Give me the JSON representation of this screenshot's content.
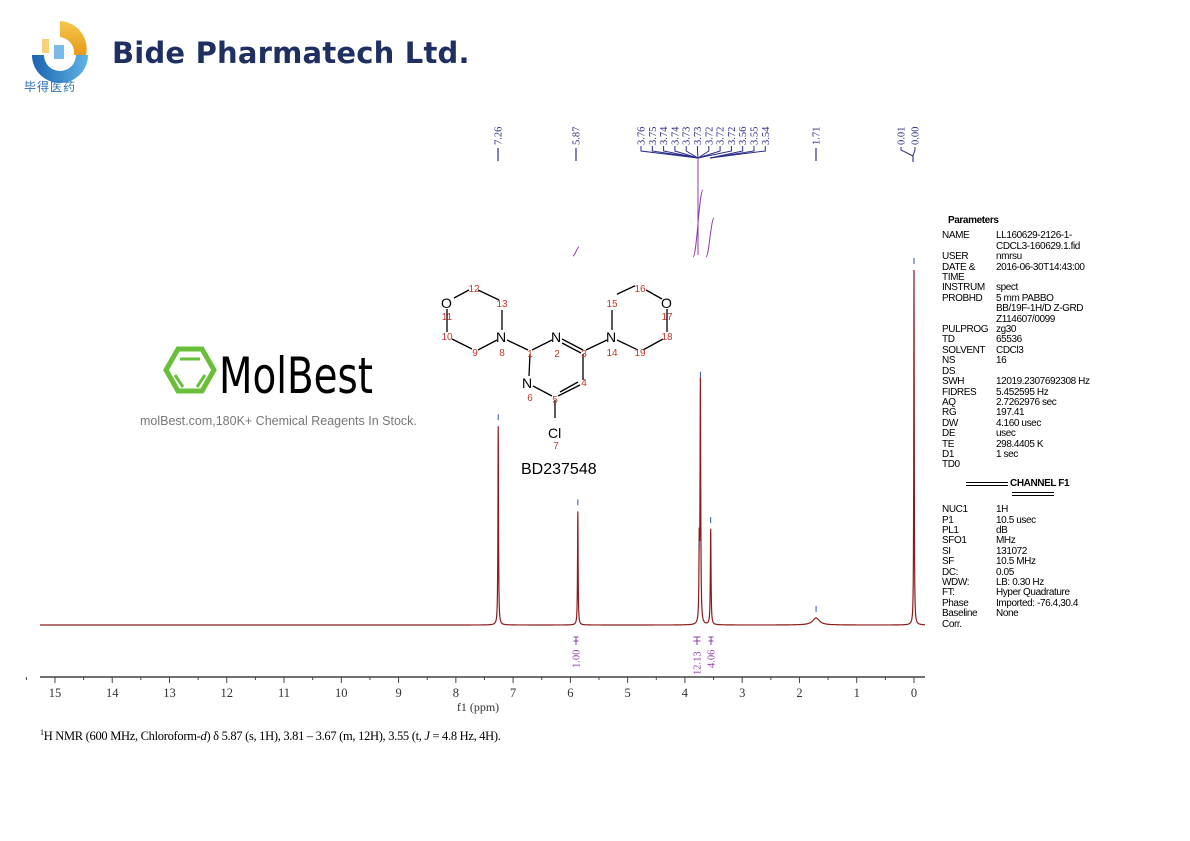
{
  "header": {
    "company": "Bide Pharmatech Ltd.",
    "logo_chinese": "毕得医药"
  },
  "structure": {
    "compound_id": "BD237548",
    "atoms": {
      "O_left": "O",
      "O_right": "O",
      "N8": "N",
      "N2": "N",
      "N14": "N",
      "N6": "N",
      "Cl": "Cl"
    },
    "numbers": [
      "1",
      "2",
      "3",
      "4",
      "5",
      "6",
      "7",
      "8",
      "9",
      "10",
      "11",
      "12",
      "13",
      "14",
      "15",
      "16",
      "17",
      "18",
      "19"
    ]
  },
  "watermark": {
    "brand": "MolBest",
    "tagline": "molBest.com,180K+ Chemical Reagents In Stock.",
    "color": "#6abf3a"
  },
  "parameters": {
    "title": "Parameters",
    "rows": [
      [
        "NAME",
        "LL160629-2126-1-\nCDCL3-160629.1.fid"
      ],
      [
        "USER",
        "nmrsu"
      ],
      [
        "DATE &\nTIME",
        "2016-06-30T14:43:00"
      ],
      [
        "INSTRUM",
        "spect"
      ],
      [
        "PROBHD",
        "5 mm PABBO\nBB/19F-1H/D Z-GRD\nZ114607/0099"
      ],
      [
        "PULPROG",
        "zg30"
      ],
      [
        "TD",
        "65536"
      ],
      [
        "SOLVENT",
        "CDCl3"
      ],
      [
        "NS",
        "16"
      ],
      [
        "DS",
        ""
      ],
      [
        "SWH",
        "12019.2307692308 Hz"
      ],
      [
        "FIDRES",
        "5.452595 Hz"
      ],
      [
        "AQ",
        "2.7262976 sec"
      ],
      [
        "RG",
        "197.41"
      ],
      [
        "DW",
        "4.160 usec"
      ],
      [
        "DE",
        "usec"
      ],
      [
        "TE",
        "298.4405 K"
      ],
      [
        "D1",
        "1 sec"
      ],
      [
        "TD0",
        ""
      ]
    ],
    "channel_title": "CHANNEL F1",
    "channel_rows": [
      [
        "NUC1",
        "1H"
      ],
      [
        "P1",
        "10.5 usec"
      ],
      [
        "PL1",
        "dB"
      ],
      [
        "SFO1",
        "MHz"
      ],
      [
        "SI",
        "131072"
      ],
      [
        "SF",
        "10.5 MHz"
      ],
      [
        "DC:",
        "0.05"
      ],
      [
        "WDW:",
        "LB: 0.30 Hz"
      ],
      [
        "FT:",
        "Hyper Quadrature"
      ],
      [
        "Phase",
        "Imported: -76.4,30.4"
      ],
      [
        "Baseline",
        "None"
      ],
      [
        "Corr.",
        ""
      ]
    ]
  },
  "caption": {
    "sup": "1",
    "p1": "H NMR (600 MHz, Chloroform-",
    "d": "d",
    "p2": ") δ 5.87 (s, 1H), 3.81 – 3.67 (m, 12H), 3.55 (t, ",
    "J": "J",
    "p3": " = 4.8 Hz, 4H)."
  },
  "chart_data": {
    "type": "line",
    "title": "",
    "xlabel": "f1 (ppm)",
    "ylabel": "",
    "xlim": [
      15.3,
      -0.2
    ],
    "x_reversed": true,
    "xticks": [
      15,
      14,
      13,
      12,
      11,
      10,
      9,
      8,
      7,
      6,
      5,
      4,
      3,
      2,
      1,
      0
    ],
    "grid": false,
    "colors": {
      "trace": "#8b1c1c",
      "peak_labels": "#2b2b8c",
      "integrals": "#8e3fa3",
      "axis": "#444444"
    },
    "peaks": [
      {
        "ppm": 7.26,
        "intensity": 0.56,
        "width": 0.006
      },
      {
        "ppm": 5.87,
        "intensity": 0.32,
        "width": 0.006
      },
      {
        "ppm": 3.75,
        "intensity": 0.2,
        "width": 0.006
      },
      {
        "ppm": 3.73,
        "intensity": 0.68,
        "width": 0.007
      },
      {
        "ppm": 3.55,
        "intensity": 0.27,
        "width": 0.007
      },
      {
        "ppm": 1.71,
        "intensity": 0.02,
        "width": 0.07
      },
      {
        "ppm": 0.0,
        "intensity": 1.0,
        "width": 0.005
      }
    ],
    "peak_labels": [
      {
        "group": "7.26",
        "labels": [
          "7.26"
        ]
      },
      {
        "group": "5.87",
        "labels": [
          "5.87"
        ]
      },
      {
        "group": "3.76-3.54",
        "labels": [
          "3.76",
          "3.75",
          "3.74",
          "3.74",
          "3.73",
          "3.73",
          "3.72",
          "3.72",
          "3.72",
          "3.56",
          "3.55",
          "3.54"
        ]
      },
      {
        "group": "1.71",
        "labels": [
          "1.71"
        ]
      },
      {
        "group": "0.01-0.00",
        "labels": [
          "0.01",
          "0.00"
        ]
      }
    ],
    "integrals": [
      {
        "from": 5.9,
        "to": 5.84,
        "value": "1.00"
      },
      {
        "from": 3.81,
        "to": 3.67,
        "value": "12.13"
      },
      {
        "from": 3.58,
        "to": 3.52,
        "value": "4.06"
      }
    ]
  }
}
